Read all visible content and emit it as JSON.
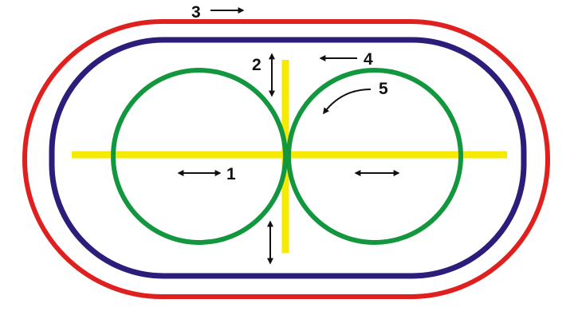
{
  "labels": {
    "one": "1",
    "two": "2",
    "three": "3",
    "four": "4",
    "five": "5"
  },
  "colors": {
    "background": "#ffffff",
    "outer_track": "#e0201e",
    "inner_track": "#2a1e7a",
    "circles": "#12973e",
    "axes": "#f5ea00",
    "arrows": "#111111"
  }
}
